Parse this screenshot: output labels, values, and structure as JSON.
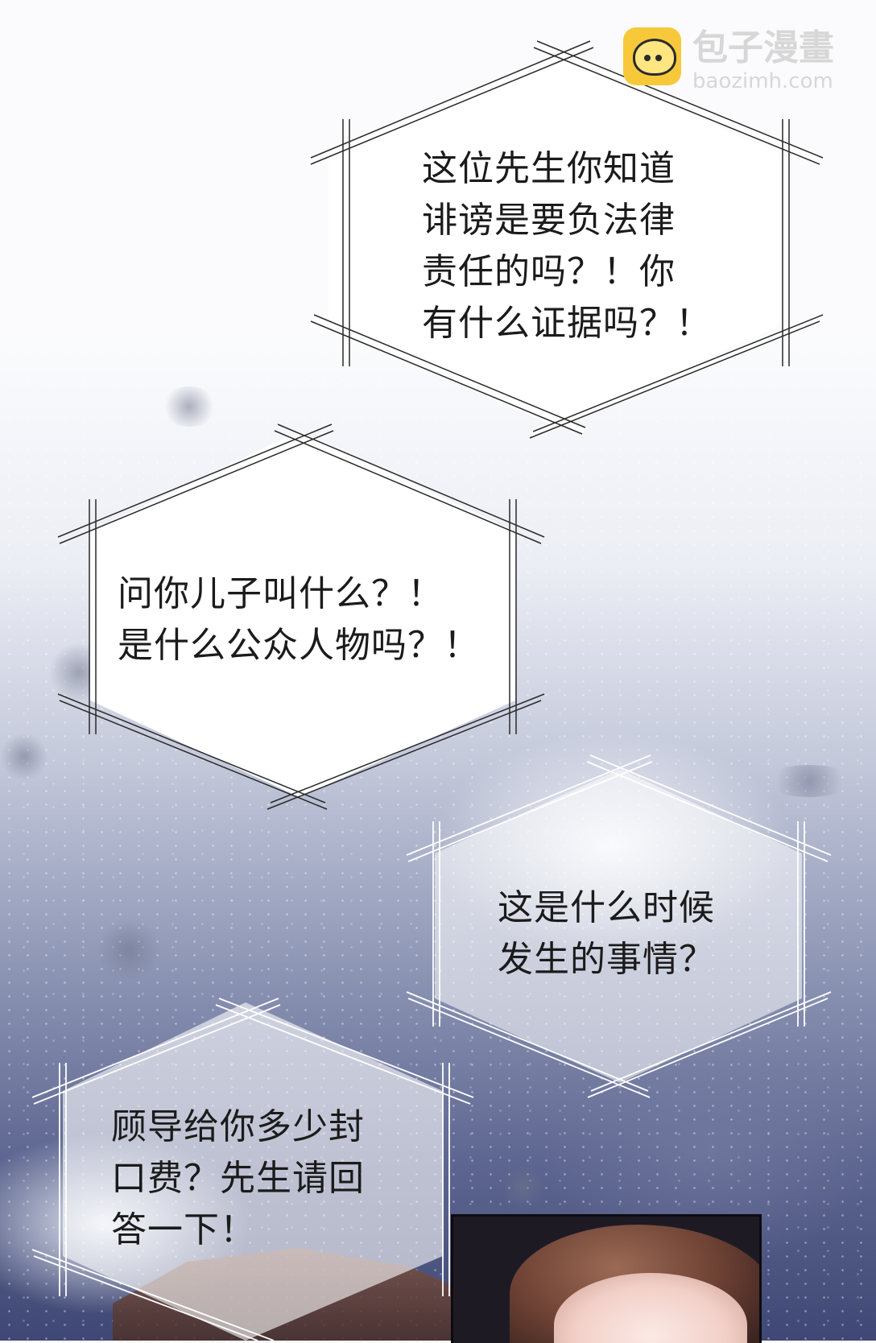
{
  "watermark": {
    "title": "包子漫畫",
    "url": "baozimh.com"
  },
  "bubbles": [
    {
      "text": "这位先生你知道\n诽谤是要负法律\n责任的吗？！你\n有什么证据吗？！"
    },
    {
      "text": "问你儿子叫什么？！\n是什么公众人物吗？！"
    },
    {
      "text": "这是什么时候\n发生的事情？"
    },
    {
      "text": "顾导给你多少封\n口费？先生请回\n答一下！"
    }
  ],
  "colors": {
    "frame_stroke": "#2a2a2a",
    "frame_fill": "#ffffff",
    "watermark_accent": "#f7c93a"
  }
}
